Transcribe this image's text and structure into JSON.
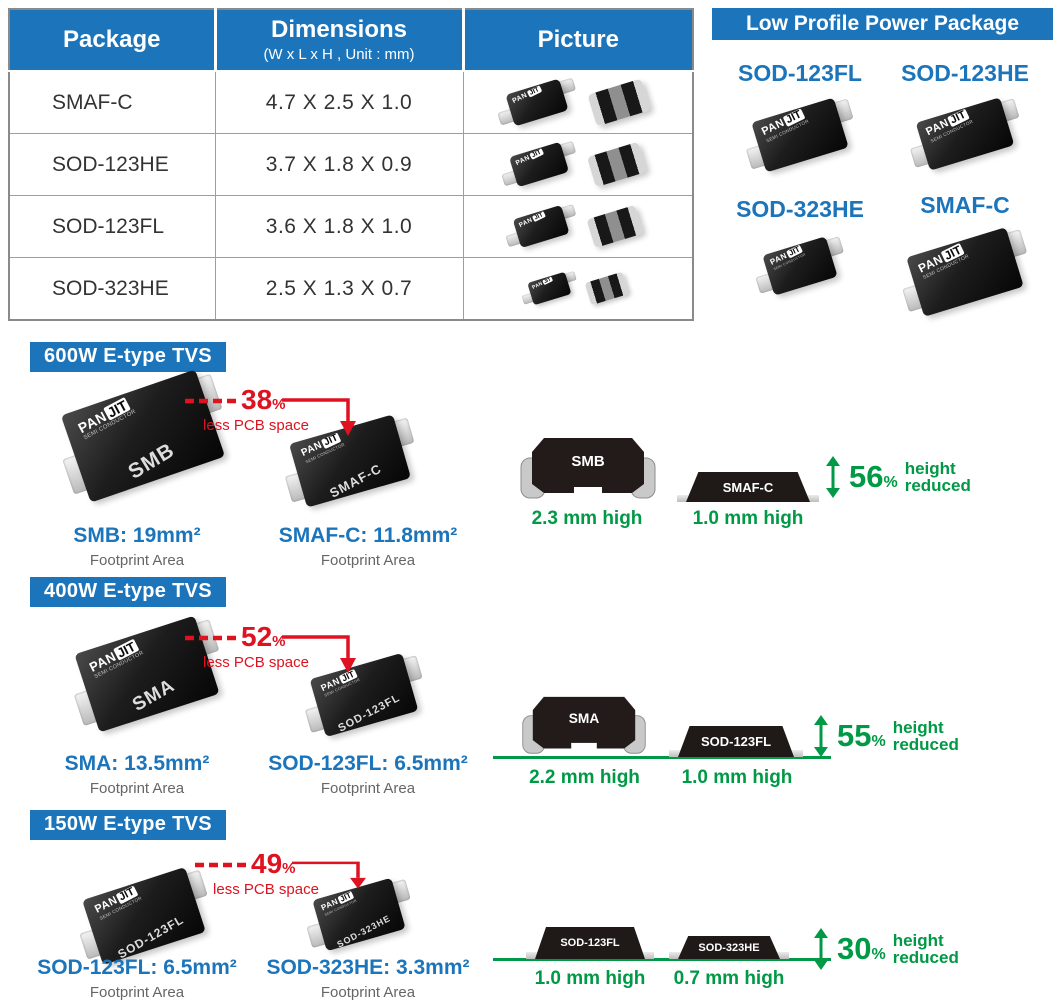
{
  "colors": {
    "blue": "#1C75BB",
    "red": "#DE1220",
    "green": "#009945"
  },
  "brand": {
    "pan": "PAN",
    "jit": "JIT",
    "sub": "SEMI CONDUCTOR"
  },
  "table": {
    "headers": {
      "package": "Package",
      "dimensions": "Dimensions",
      "dimensions_sub": "(W x L x H , Unit : mm)",
      "picture": "Picture"
    },
    "rows": [
      {
        "package": "SMAF-C",
        "dimensions": "4.7 X 2.5 X 1.0"
      },
      {
        "package": "SOD-123HE",
        "dimensions": "3.7 X 1.8 X 0.9"
      },
      {
        "package": "SOD-123FL",
        "dimensions": "3.6 X 1.8 X 1.0"
      },
      {
        "package": "SOD-323HE",
        "dimensions": "2.5 X 1.3 X 0.7"
      }
    ]
  },
  "low_profile": {
    "title": "Low Profile Power Package",
    "items": [
      "SOD-123FL",
      "SOD-123HE",
      "SOD-323HE",
      "SMAF-C"
    ]
  },
  "sections": [
    {
      "banner": "600W E-type TVS",
      "space_pct": "38",
      "pct_sign": "%",
      "space_label": "less PCB space",
      "old": {
        "name": "SMB",
        "footprint": "SMB: 19mm²",
        "caption": "Footprint Area",
        "height": "2.3 mm high"
      },
      "new": {
        "name": "SMAF-C",
        "footprint": "SMAF-C: 11.8mm²",
        "caption": "Footprint Area",
        "height": "1.0 mm high"
      },
      "reduce_pct": "56",
      "reduce_line1": "height",
      "reduce_line2": "reduced"
    },
    {
      "banner": "400W E-type TVS",
      "space_pct": "52",
      "pct_sign": "%",
      "space_label": "less PCB space",
      "old": {
        "name": "SMA",
        "footprint": "SMA: 13.5mm²",
        "caption": "Footprint Area",
        "height": "2.2 mm high"
      },
      "new": {
        "name": "SOD-123FL",
        "footprint": "SOD-123FL: 6.5mm²",
        "caption": "Footprint Area",
        "height": "1.0 mm high"
      },
      "reduce_pct": "55",
      "reduce_line1": "height",
      "reduce_line2": "reduced"
    },
    {
      "banner": "150W E-type TVS",
      "space_pct": "49",
      "pct_sign": "%",
      "space_label": "less PCB space",
      "old": {
        "name": "SOD-123FL",
        "footprint": "SOD-123FL: 6.5mm²",
        "caption": "Footprint Area",
        "height": "1.0 mm high"
      },
      "new": {
        "name": "SOD-323HE",
        "footprint": "SOD-323HE: 3.3mm²",
        "caption": "Footprint Area",
        "height": "0.7 mm high"
      },
      "reduce_pct": "30",
      "reduce_line1": "height",
      "reduce_line2": "reduced"
    }
  ]
}
